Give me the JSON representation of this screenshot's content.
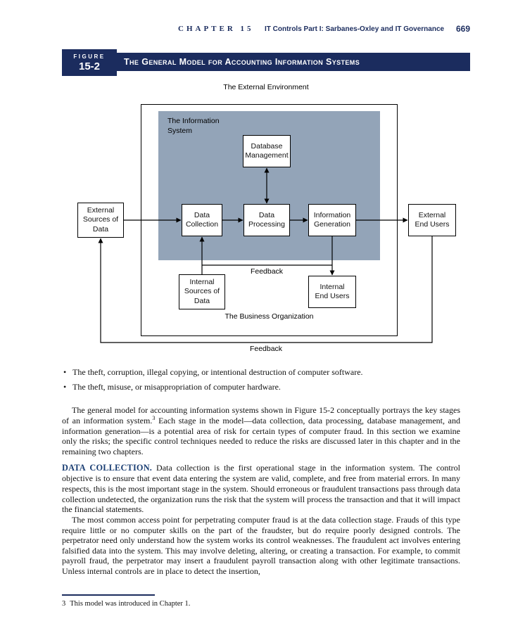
{
  "header": {
    "chapter": "CHAPTER 15",
    "title": "IT Controls Part I: Sarbanes-Oxley and IT Governance",
    "page_number": "669"
  },
  "figure": {
    "label": "FIGURE",
    "number": "15-2",
    "title": "The General Model for Accounting Information Systems",
    "diagram": {
      "external_environment_label": "The External Environment",
      "information_system_label": "The Information\nSystem",
      "business_organization_label": "The Business Organization",
      "feedback_inner_label": "Feedback",
      "feedback_outer_label": "Feedback",
      "boxes": {
        "external_sources": "External\nSources of\nData",
        "data_collection": "Data\nCollection",
        "data_processing": "Data\nProcessing",
        "information_generation": "Information\nGeneration",
        "external_end_users": "External\nEnd Users",
        "database_management": "Database\nManagement",
        "internal_sources": "Internal\nSources of\nData",
        "internal_end_users": "Internal\nEnd Users"
      }
    }
  },
  "body": {
    "bullets": [
      "The theft, corruption, illegal copying, or intentional destruction of computer software.",
      "The theft, misuse, or misappropriation of computer hardware."
    ],
    "para1": {
      "part1": "The general model for accounting information systems shown in Figure 15-2 conceptually portrays the key stages of an information system.",
      "footnote_ref": "3",
      "part2": " Each stage in the model—data collection, data processing, database management, and information generation—is a potential area of risk for certain types of computer fraud. In this section we examine only the risks; the specific control techniques needed to reduce the risks are discussed later in this chapter and in the remaining two chapters."
    },
    "data_collection": {
      "heading": "DATA COLLECTION.",
      "text": " Data collection is the first operational stage in the information system. The control objective is to ensure that event data entering the system are valid, complete, and free from material errors. In many respects, this is the most important stage in the system. Should erroneous or fraudulent transactions pass through data collection undetected, the organization runs the risk that the system will process the transaction and that it will impact the financial statements."
    },
    "para3": "The most common access point for perpetrating computer fraud is at the data collection stage. Frauds of this type require little or no computer skills on the part of the fraudster, but do require poorly designed controls. The perpetrator need only understand how the system works its control weaknesses. The fraudulent act involves entering falsified data into the system. This may involve deleting, altering, or creating a transaction. For example, to commit payroll fraud, the perpetrator may insert a fraudulent payroll transaction along with other legitimate transactions. Unless internal controls are in place to detect the insertion,"
  },
  "footnote": {
    "marker": "3",
    "text": "This model was introduced in Chapter 1."
  },
  "colors": {
    "navy": "#1b2c5e",
    "shaded_information_system": "#93a4b8",
    "heading_blue": "#1a3e73"
  }
}
